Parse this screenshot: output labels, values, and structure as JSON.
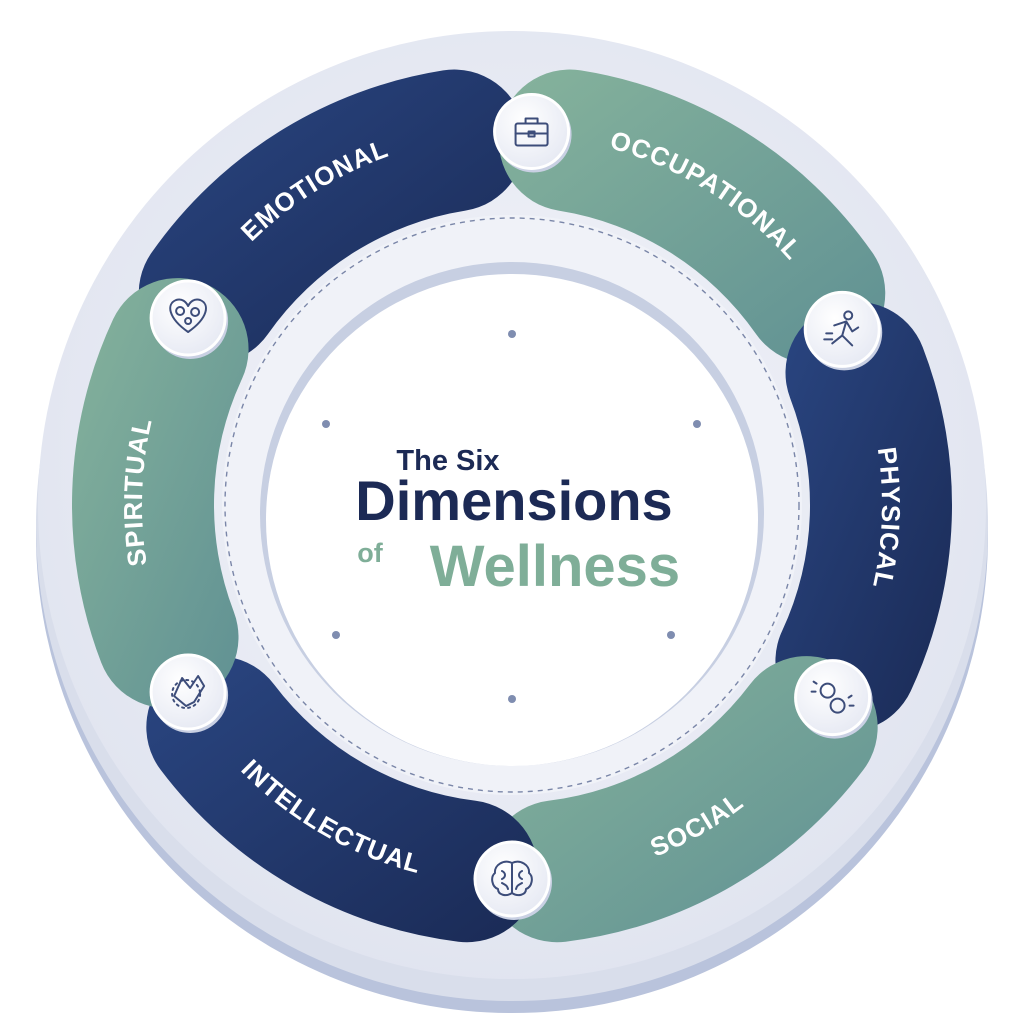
{
  "title": {
    "line1": "The Six",
    "line2": "Dimensions",
    "of": "of",
    "line3": "Wellness"
  },
  "segments": [
    {
      "label": "EMOTIONAL",
      "icon": "heart-faces-icon"
    },
    {
      "label": "OCCUPATIONAL",
      "icon": "briefcase-icon"
    },
    {
      "label": "PHYSICAL",
      "icon": "running-person-icon"
    },
    {
      "label": "SOCIAL",
      "icon": "people-icon"
    },
    {
      "label": "INTELLECTUAL",
      "icon": "brain-icon"
    },
    {
      "label": "SPIRITUAL",
      "icon": "praying-hands-icon"
    }
  ],
  "colors": {
    "navy": "#22376a",
    "navy_dark": "#1a2a55",
    "green": "#7fae98",
    "green_dark": "#6a9a90",
    "ring": "#eef0f7",
    "title_navy": "#1c2a55",
    "title_green": "#7fae98"
  }
}
